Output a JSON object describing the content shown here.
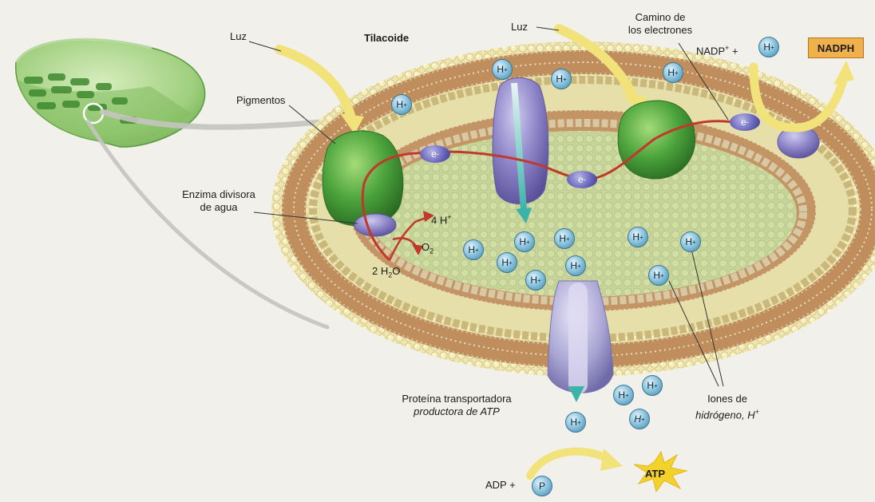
{
  "labels": {
    "luz_left": "Luz",
    "tilacoide": "Tilacoide",
    "luz_right": "Luz",
    "camino_line1": "Camino de",
    "camino_line2": "los electrones",
    "pigmentos": "Pigmentos",
    "enzima_line1": "Enzima divisora",
    "enzima_line2": "de agua",
    "cuatro_h": "4 H",
    "o2": "O",
    "dos_h2o_a": "2 H",
    "dos_h2o_b": "O",
    "proteina_line1": "Proteína transportadora",
    "proteina_line2": "productora de ATP",
    "iones_line1": "Iones de",
    "iones_line2": "hidrógeno, H",
    "nadp": "NADP",
    "plus": "+",
    "nadph": "NADPH",
    "adp": "ADP +",
    "p": "P",
    "atp": "ATP",
    "h": "H",
    "plus_sup": "+",
    "two_sub": "2",
    "e": "e",
    "minus_sup": "-"
  },
  "colors": {
    "light_arrow": "#f1e27a",
    "membrane_head": "#efe3a2",
    "membrane_core": "#c89766",
    "lumen": "#c8d69a",
    "photosystem": "#4aa33c",
    "cytochrome": "#8e87c4",
    "atp_synthase": "#a9a6d2",
    "electron_path": "#c0392b",
    "ion": "#7ab9d6",
    "nadph_box": "#f0b04c",
    "atp_star": "#f3d22b"
  }
}
